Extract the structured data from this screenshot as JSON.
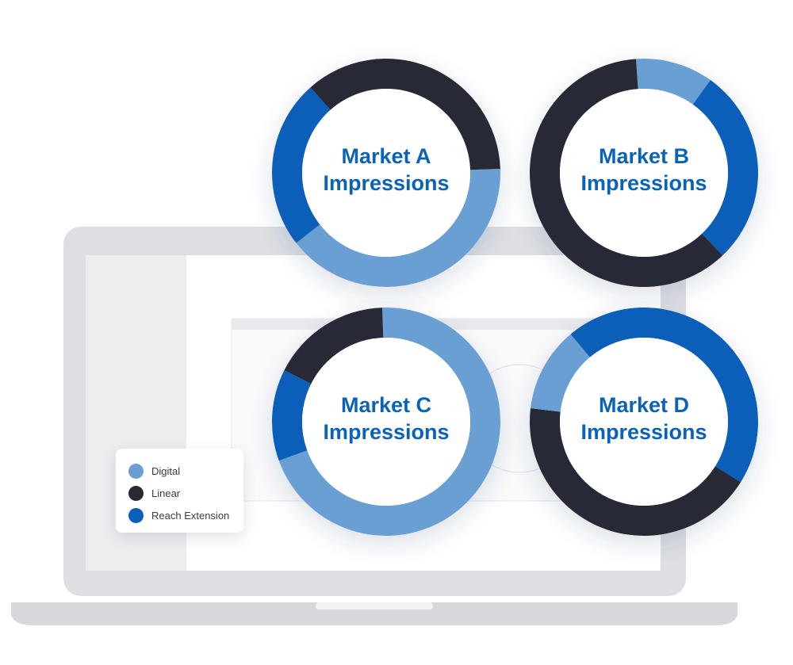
{
  "colors": {
    "digital": "#6a9fd4",
    "linear": "#272a36",
    "reach_extension": "#0c5fb9",
    "title": "#0b63b8"
  },
  "legend": {
    "items": [
      {
        "label": "Digital",
        "color": "#6a9fd4"
      },
      {
        "label": "Linear",
        "color": "#272a36"
      },
      {
        "label": "Reach Extension",
        "color": "#0c5fb9"
      }
    ]
  },
  "chart_data": [
    {
      "type": "donut",
      "title": [
        "Market A",
        "Impressions"
      ],
      "series": [
        {
          "name": "Digital",
          "value": 40
        },
        {
          "name": "Reach Extension",
          "value": 24
        },
        {
          "name": "Linear",
          "value": 36
        }
      ]
    },
    {
      "type": "donut",
      "title": [
        "Market B",
        "Impressions"
      ],
      "series": [
        {
          "name": "Digital",
          "value": 11
        },
        {
          "name": "Reach Extension",
          "value": 28
        },
        {
          "name": "Linear",
          "value": 61
        }
      ]
    },
    {
      "type": "donut",
      "title": [
        "Market C",
        "Impressions"
      ],
      "series": [
        {
          "name": "Digital",
          "value": 70
        },
        {
          "name": "Reach Extension",
          "value": 13
        },
        {
          "name": "Linear",
          "value": 17
        }
      ]
    },
    {
      "type": "donut",
      "title": [
        "Market D",
        "Impressions"
      ],
      "series": [
        {
          "name": "Reach Extension",
          "value": 45
        },
        {
          "name": "Linear",
          "value": 43
        },
        {
          "name": "Digital",
          "value": 12
        }
      ]
    }
  ]
}
